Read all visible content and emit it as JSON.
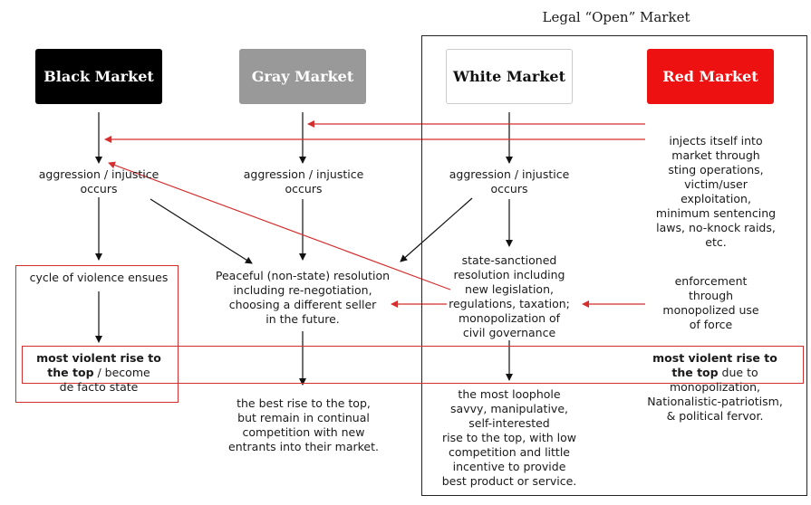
{
  "legal_market": {
    "title": "Legal “Open” Market"
  },
  "markets": {
    "black": "Black Market",
    "gray": "Gray Market",
    "white": "White Market",
    "red": "Red Market"
  },
  "black_col": {
    "aggression": "aggression / injustice\noccurs",
    "cycle": "cycle of violence ensues",
    "rise_bold": "most violent rise to\nthe top",
    "rise_rest": " / become\nde facto state"
  },
  "gray_col": {
    "aggression": "aggression / injustice\noccurs",
    "resolution": "Peaceful (non-state) resolution\nincluding re-negotiation,\nchoosing a different seller\nin the future.",
    "outcome": "the best rise to the top,\nbut remain in continual\ncompetition with new\nentrants into their market."
  },
  "white_col": {
    "aggression": "aggression / injustice\noccurs",
    "resolution": "state-sanctioned\nresolution including\nnew legislation,\nregulations, taxation;\nmonopolization of\ncivil governance",
    "outcome": "the most loophole\nsavvy, manipulative,\nself-interested\nrise to the top, with low\ncompetition and little\nincentive to provide\nbest product or service."
  },
  "red_col": {
    "injects": "injects itself into\nmarket through\nsting operations,\nvictim/user\nexploitation,\nminimum sentencing\nlaws, no-knock raids,\netc.",
    "enforcement": "enforcement\nthrough\nmonopolized use\nof force",
    "rise_bold": "most violent rise to\nthe top",
    "rise_rest": " due to\nmonopolization,\nNationalistic-patriotism,\n& political fervor."
  },
  "colors": {
    "red": "#d32f2f",
    "arrow": "#111111",
    "black_market": "#000000",
    "gray_market": "#999999",
    "red_market": "#ee1111"
  }
}
